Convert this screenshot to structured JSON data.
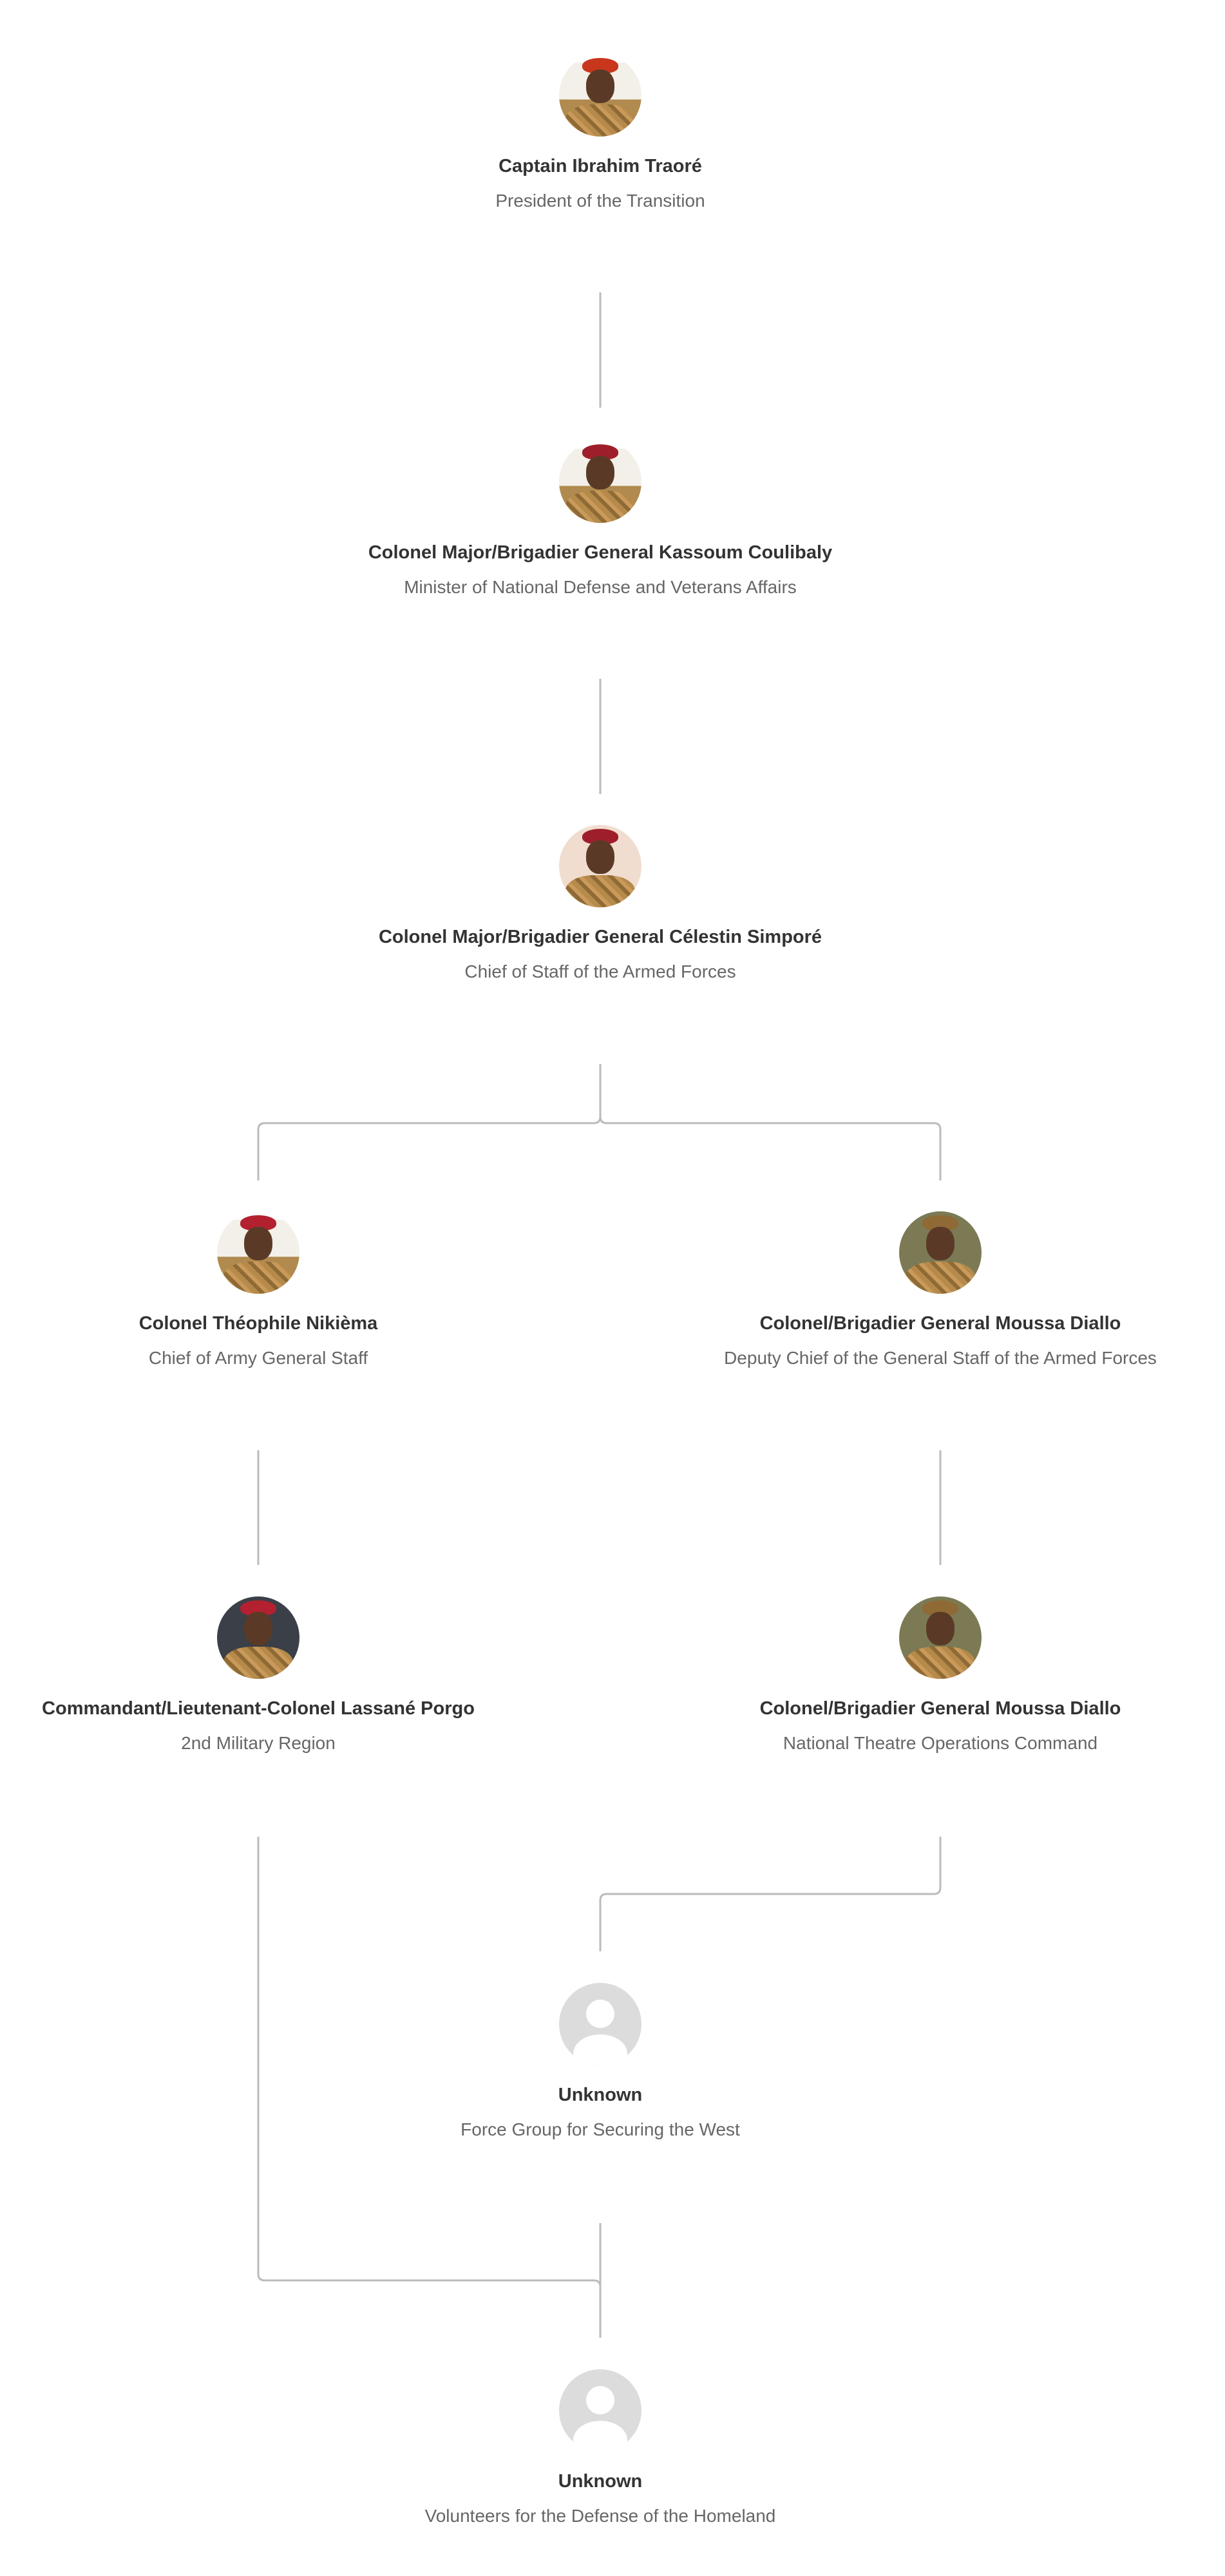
{
  "colors": {
    "connector": "#bbbbbb",
    "name": "#333333",
    "title": "#666666",
    "beret_red": "#c8361c",
    "beret_maroon": "#9e1f2b",
    "unknown_avatar": "#dcdcdc"
  },
  "nodes": [
    {
      "name": "Captain Ibrahim Traoré",
      "title": "President of the Transition",
      "avatar": "photo"
    },
    {
      "name": "Colonel Major/Brigadier General Kassoum Coulibaly",
      "title": "Minister of National Defense and Veterans Affairs",
      "avatar": "photo"
    },
    {
      "name": "Colonel Major/Brigadier General Célestin Simporé",
      "title": "Chief of Staff of the Armed Forces",
      "avatar": "photo"
    },
    {
      "name": "Colonel Théophile Nikièma",
      "title": "Chief of Army General Staff",
      "avatar": "photo"
    },
    {
      "name": "Colonel/Brigadier General Moussa Diallo",
      "title": "Deputy Chief of the General Staff of the Armed Forces",
      "avatar": "photo"
    },
    {
      "name": "Commandant/Lieutenant-Colonel Lassané Porgo",
      "title": "2nd Military Region",
      "avatar": "photo"
    },
    {
      "name": "Colonel/Brigadier General Moussa Diallo",
      "title": "National Theatre Operations Command",
      "avatar": "photo"
    },
    {
      "name": "Unknown",
      "title": "Force Group for Securing the West",
      "avatar": "placeholder-person-icon"
    },
    {
      "name": "Unknown",
      "title": "Volunteers for the Defense of the Homeland",
      "avatar": "placeholder-person-icon"
    }
  ]
}
